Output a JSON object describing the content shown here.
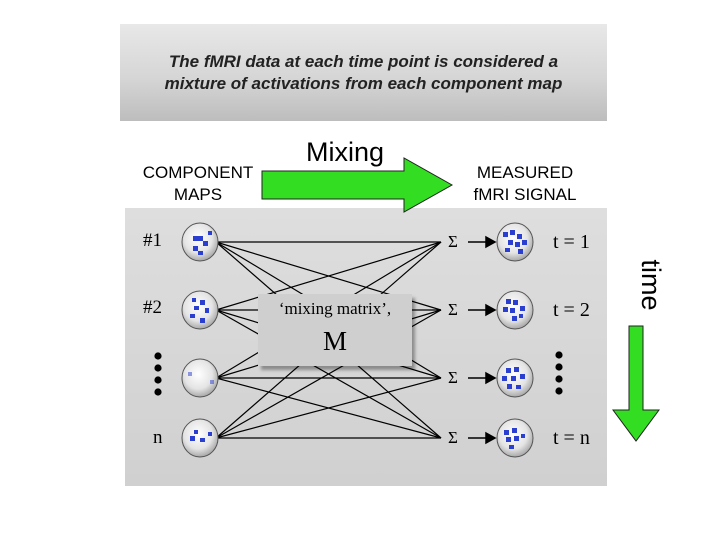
{
  "banner": {
    "line1": "The fMRI data at each time point is considered a",
    "line2": "mixture of activations from each component map"
  },
  "headers": {
    "component_line1": "COMPONENT",
    "component_line2": "MAPS",
    "mixing": "Mixing",
    "measured_line1": "MEASURED",
    "measured_line2": "fMRI SIGNAL",
    "time": "time"
  },
  "matrix": {
    "label": "‘mixing matrix’,",
    "symbol": "M"
  },
  "components": [
    "#1",
    "#2",
    "n"
  ],
  "sum_symbol": "Σ",
  "timepoints": [
    "t = 1",
    "t = 2",
    "t = n"
  ],
  "colors": {
    "arrow_green": "#33dd22",
    "map_blue": "#2a3fcf",
    "line": "#000000"
  }
}
